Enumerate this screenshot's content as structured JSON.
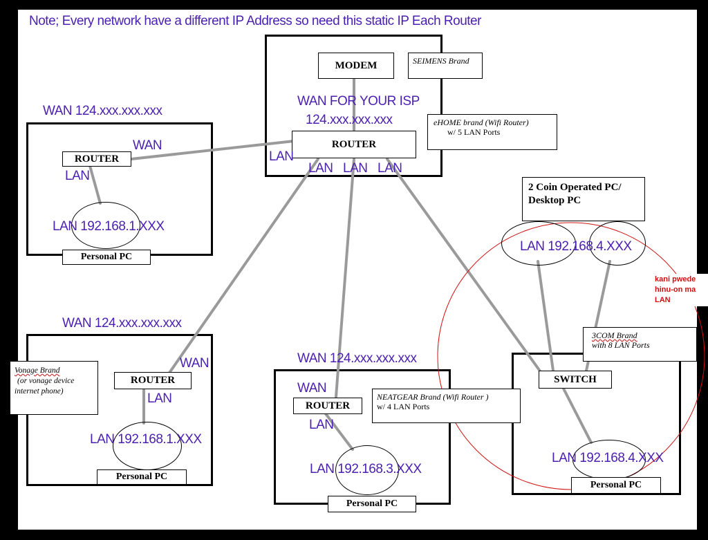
{
  "note": "Note; Every network have a different IP Address so need this static IP Each Router",
  "main": {
    "modem": "MODEM",
    "modem_brand": "SEIMENS Brand",
    "router": "ROUTER",
    "router_brand_line1": "eHOME brand (Wifi Router)",
    "router_brand_line2": "w/ 5 LAN Ports",
    "wan_line1": "WAN FOR YOUR ISP",
    "wan_line2": "124.xxx.xxx.xxx",
    "lan": "LAN"
  },
  "net1": {
    "wan_ip": "WAN 124.xxx.xxx.xxx",
    "wan": "WAN",
    "router": "ROUTER",
    "lan": "LAN",
    "lan_ip": "LAN 192.168.1.XXX",
    "pc": "Personal PC"
  },
  "net2": {
    "wan_ip": "WAN 124.xxx.xxx.xxx",
    "wan": "WAN",
    "router": "ROUTER",
    "lan": "LAN",
    "lan_ip": "LAN 192.168.1.XXX",
    "pc": "Personal PC",
    "brand_line1": "Vonage Brand",
    "brand_line2": "(or vonage device",
    "brand_line3": "internet phone)"
  },
  "net3": {
    "wan_ip": "WAN 124.xxx.xxx.xxx",
    "wan": "WAN",
    "router": "ROUTER",
    "lan": "LAN",
    "lan_ip": "LAN 192.168.3.XXX",
    "pc": "Personal PC",
    "brand_line1": "NEATGEAR Brand (Wifi Router )",
    "brand_line2": "w/ 4 LAN Ports"
  },
  "net4": {
    "coin_line1": "2 Coin Operated PC/",
    "coin_line2": "Desktop PC",
    "coin_lan_ip": "LAN 192.168.4.XXX",
    "switch": "SWITCH",
    "switch_brand_line1": "3COM Brand",
    "switch_brand_line2": "with 8 LAN Ports",
    "lan_ip": "LAN 192.168.4.XXX",
    "pc": "Personal PC",
    "annotation_line1": "kani pwede",
    "annotation_line2": "hinu-on ma LAN"
  },
  "colors": {
    "label": "#4a1fb0",
    "annotation": "#d01010",
    "cable": "#9a9a9a"
  }
}
